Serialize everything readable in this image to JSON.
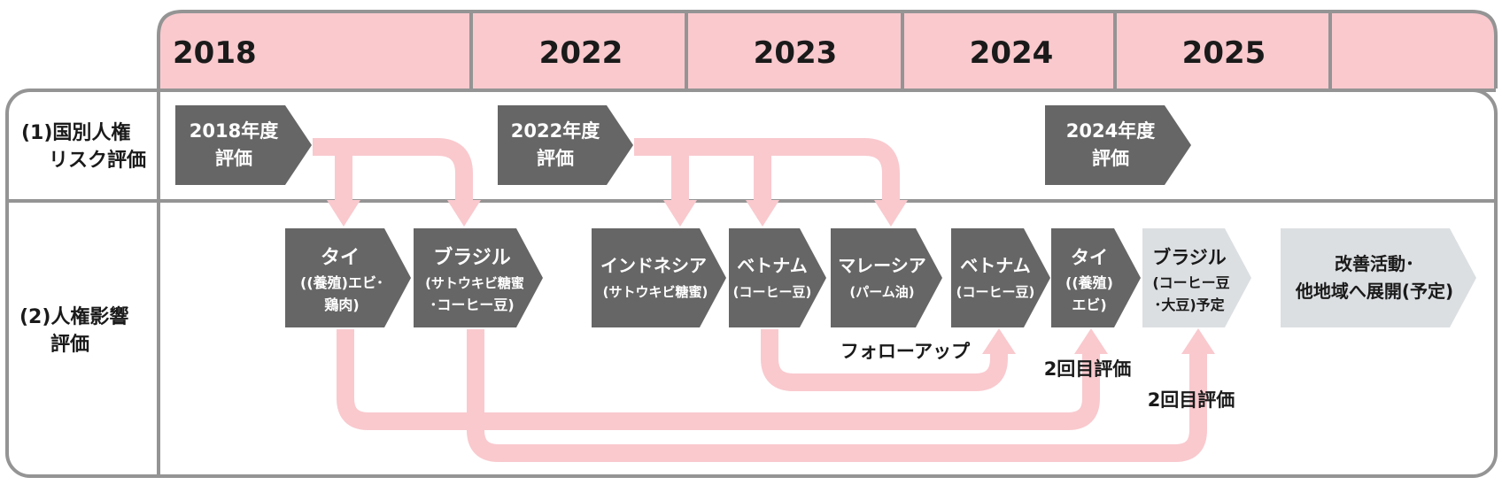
{
  "header": {
    "years": [
      "2018",
      "2022",
      "2023",
      "2024",
      "2025"
    ]
  },
  "rows": {
    "row1": [
      "(1)国別人権",
      "リスク評価"
    ],
    "row2": [
      "(2)人権影響",
      "評価"
    ]
  },
  "risk_assessments": [
    {
      "lines": [
        "2018年度",
        "評価"
      ]
    },
    {
      "lines": [
        "2022年度",
        "評価"
      ]
    },
    {
      "lines": [
        "2024年度",
        "評価"
      ]
    }
  ],
  "impact_assessments": [
    {
      "lines": [
        "タイ",
        "((養殖)エビ･",
        "鶏肉)"
      ],
      "state": "done"
    },
    {
      "lines": [
        "ブラジル",
        "(サトウキビ糖蜜",
        "･コーヒー豆)"
      ],
      "state": "done"
    },
    {
      "lines": [
        "インドネシア",
        "(サトウキビ糖蜜)"
      ],
      "state": "done"
    },
    {
      "lines": [
        "ベトナム",
        "(コーヒー豆)"
      ],
      "state": "done"
    },
    {
      "lines": [
        "マレーシア",
        "(パーム油)"
      ],
      "state": "done"
    },
    {
      "lines": [
        "ベトナム",
        "(コーヒー豆)"
      ],
      "state": "done"
    },
    {
      "lines": [
        "タイ",
        "((養殖)",
        "エビ)"
      ],
      "state": "done"
    },
    {
      "lines": [
        "ブラジル",
        "(コーヒー豆",
        "･大豆)予定"
      ],
      "state": "planned"
    },
    {
      "lines": [
        "改善活動･",
        "他地域へ展開(予定)"
      ],
      "state": "planned"
    }
  ],
  "annotations": {
    "follow_up": "フォローアップ",
    "second_eval_1": "2回目評価",
    "second_eval_2": "2回目評価"
  },
  "colors": {
    "header_pink": "#f9c9ce",
    "flow_pink": "#f9c9ce",
    "done_box": "#666666",
    "planned_box": "#dcdfe2",
    "frame_gray": "#949494"
  }
}
